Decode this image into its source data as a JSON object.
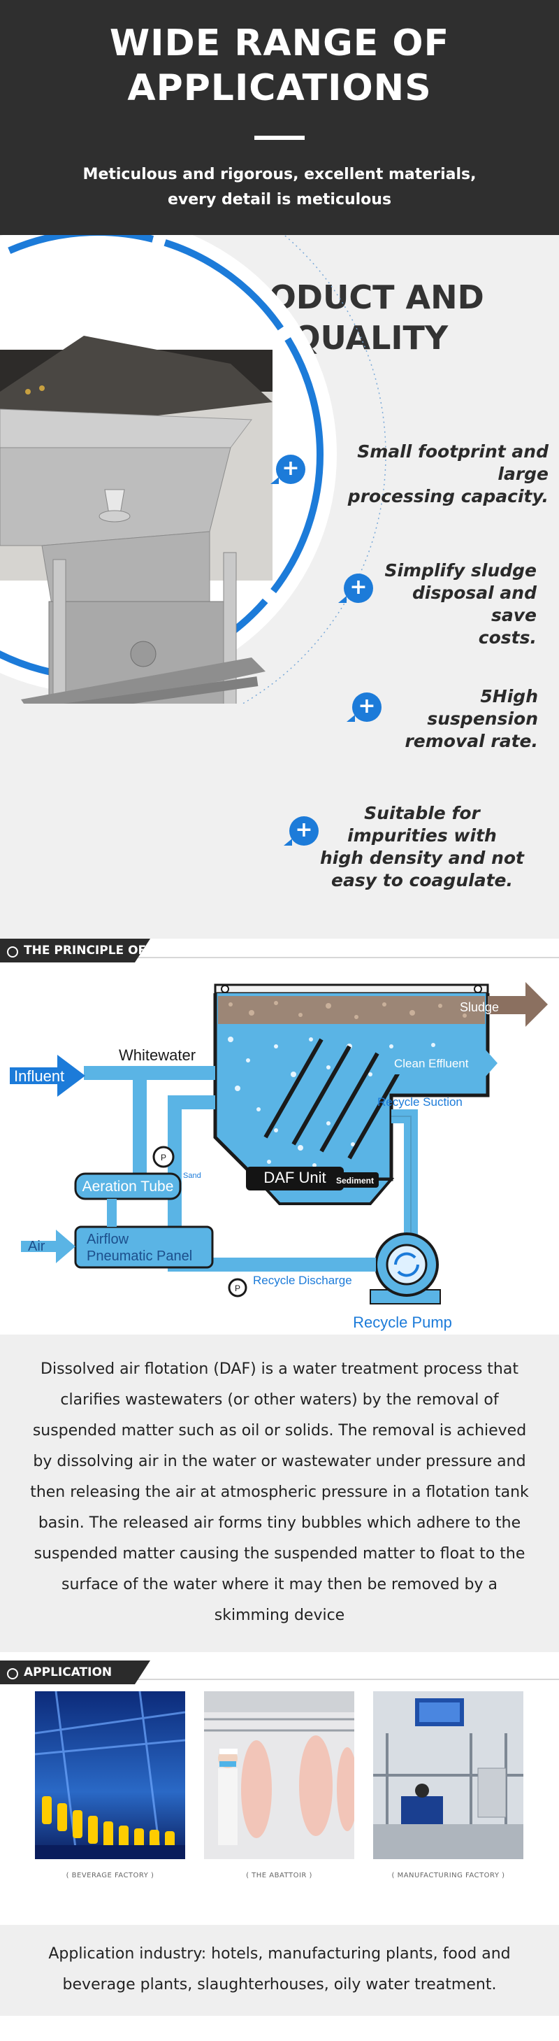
{
  "hero": {
    "title_line1": "WIDE RANGE OF",
    "title_line2": "APPLICATIONS",
    "subtitle_line1": "Meticulous and rigorous, excellent materials,",
    "subtitle_line2": "every detail is meticulous"
  },
  "stable": {
    "title_line1": "STABLE PRODUCT AND",
    "title_line2": "RELIABLE QUALITY",
    "features": [
      {
        "line1": "Small footprint and large",
        "line2": "processing capacity."
      },
      {
        "line1": "Simplify sludge",
        "line2": "disposal and save",
        "line3": "costs."
      },
      {
        "line1": "5High suspension",
        "line2": "removal rate."
      },
      {
        "line1": "Suitable for",
        "line2": "impurities with",
        "line3": "high density and not",
        "line4": "easy to coagulate."
      }
    ]
  },
  "principle": {
    "banner": "THE PRINCIPLE OF",
    "diagram": {
      "sludge": "Sludge",
      "whitewater": "Whitewater",
      "influent": "Influent",
      "clean_effluent": "Clean Effluent",
      "recycle_suction": "Recycle Suction",
      "sand": "Sand",
      "daf_unit": "DAF Unit",
      "sediment": "Sediment",
      "aeration_tube": "Aeration Tube",
      "recycle_discharge": "Recycle Discharge",
      "air": "Air",
      "airflow_line1": "Airflow",
      "airflow_line2": "Pneumatic Panel",
      "recycle_pump": "Recycle Pump",
      "gauge": "P"
    },
    "description": "Dissolved air flotation (DAF) is a water treatment process that clarifies wastewaters (or other waters) by the removal of suspended matter such as oil or solids. The removal is achieved by dissolving air in the water or wastewater under pressure and then releasing the air at atmospheric pressure in a flotation tank basin. The released air forms tiny bubbles which adhere to the suspended matter causing the suspended matter to float to the surface of the water where it may then be removed by a skimming device"
  },
  "application": {
    "banner": "APPLICATION",
    "cards": [
      {
        "caption": "( BEVERAGE FACTORY )"
      },
      {
        "caption": "( THE ABATTOIR )"
      },
      {
        "caption": "( MANUFACTURING FACTORY )"
      }
    ],
    "industry_text": "Application industry: hotels, manufacturing plants, food and beverage plants, slaughterhouses, oily water treatment."
  },
  "colors": {
    "accent_blue": "#1c7bd9",
    "hero_bg": "#2f2f2f",
    "section_bg": "#f0f0f0",
    "banner_bg": "#2b2b2b",
    "pipe_blue": "#5ab4e5",
    "sludge_brown": "#8b7060"
  }
}
